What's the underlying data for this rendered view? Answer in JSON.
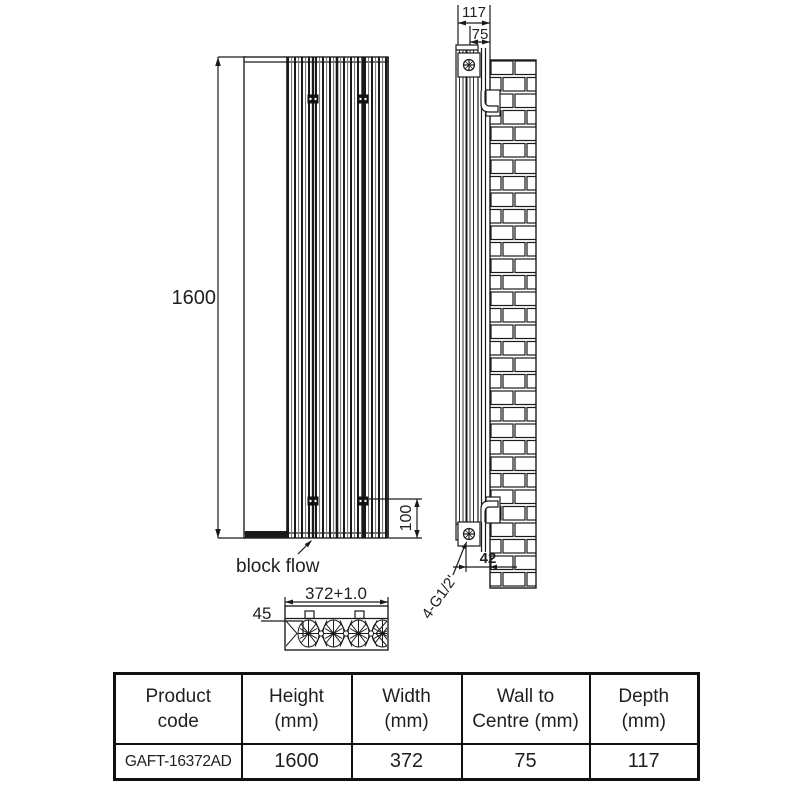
{
  "drawing": {
    "front_view": {
      "height_label": "1600",
      "bracket_offset_label": "100",
      "flow_label": "block flow"
    },
    "side_view": {
      "depth_label": "117",
      "wall_to_centre_label": "75",
      "bottom_offset_label": "42",
      "connection_label": "4-G1/2'"
    },
    "top_view": {
      "width_label": "372+1.0",
      "column_label": "45"
    }
  },
  "table": {
    "headers": [
      {
        "line1": "Product",
        "line2": "code"
      },
      {
        "line1": "Height",
        "line2": "(mm)"
      },
      {
        "line1": "Width",
        "line2": "(mm)"
      },
      {
        "line1": "Wall to",
        "line2": "Centre (mm)"
      },
      {
        "line1": "Depth",
        "line2": "(mm)"
      }
    ],
    "row": {
      "product_code": "GAFT-16372AD",
      "height": "1600",
      "width": "372",
      "wall_to_centre": "75",
      "depth": "117"
    }
  }
}
